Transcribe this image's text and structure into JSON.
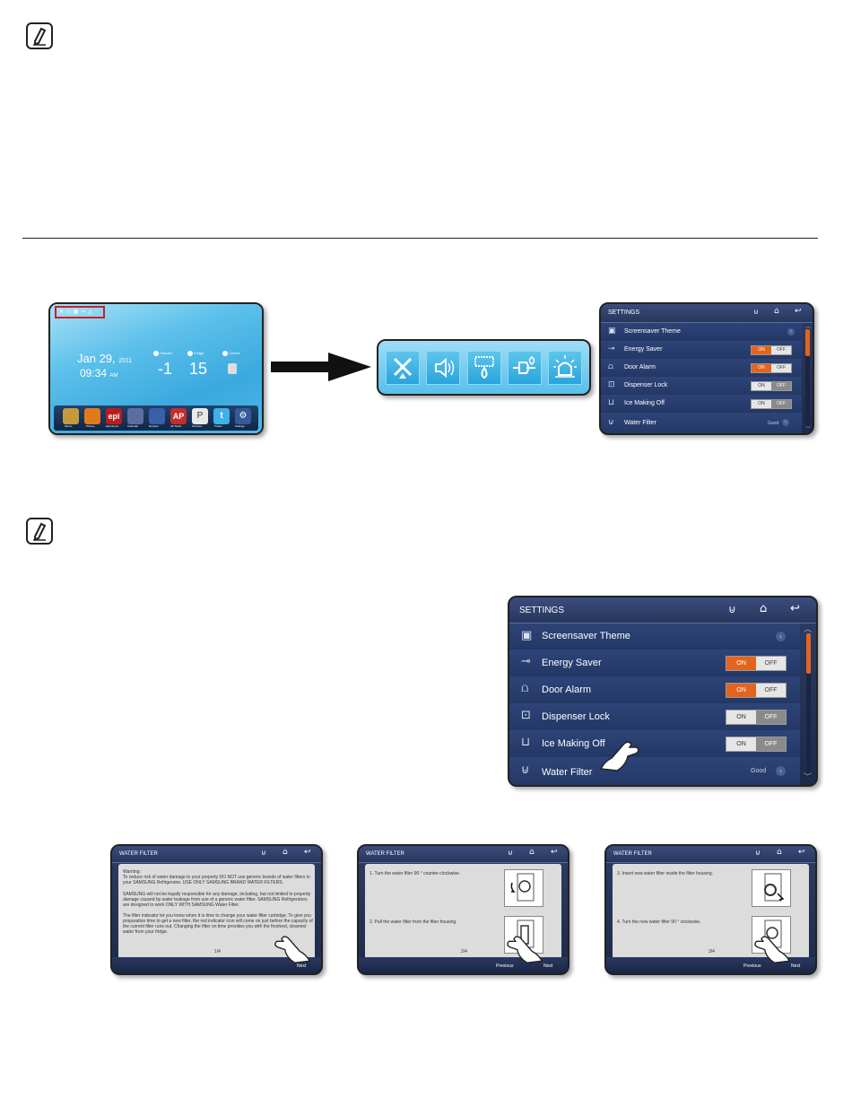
{
  "home": {
    "date": "Jan 29,",
    "year": "2011",
    "time": "09:34",
    "ampm": "AM",
    "freezer_label": "Freezer",
    "freezer_value": "-1",
    "fridge_label": "Fridge",
    "fridge_value": "15",
    "cubed_label": "Cubed",
    "apps": [
      "Memo",
      "Photos",
      "Epicurious",
      "Calendar",
      "Recipes",
      "AP News",
      "Pandora",
      "Twitter",
      "Settings"
    ],
    "app_icons": [
      "memo-icon",
      "photos-icon",
      "epicurious-icon",
      "calendar-icon",
      "recipes-icon",
      "ap-news-icon",
      "pandora-icon",
      "twitter-icon",
      "settings-icon"
    ]
  },
  "status_icons": [
    "ice-off-icon",
    "speaker-icon",
    "water-filter-icon",
    "energy-saver-icon",
    "door-alarm-icon"
  ],
  "settings": {
    "title": "SETTINGS",
    "rows": [
      {
        "label": "Screensaver Theme",
        "icon": "screensaver-icon",
        "type": "chevron"
      },
      {
        "label": "Energy Saver",
        "icon": "energy-saver-icon",
        "type": "toggle",
        "state": "on"
      },
      {
        "label": "Door Alarm",
        "icon": "door-alarm-icon",
        "type": "toggle",
        "state": "on"
      },
      {
        "label": "Dispenser Lock",
        "icon": "lock-icon",
        "type": "toggle",
        "state": "off"
      },
      {
        "label": "Ice Making Off",
        "icon": "ice-icon",
        "type": "toggle",
        "state": "off"
      },
      {
        "label": "Water Filter",
        "icon": "water-filter-icon",
        "type": "status",
        "status": "Good"
      }
    ],
    "on_label": "ON",
    "off_label": "OFF"
  },
  "water_filter": {
    "title": "WATER FILTER",
    "next": "Next",
    "previous": "Previous",
    "screen1": {
      "page": "1/4",
      "warning_title": "Warning:",
      "p1": "To reduce risk of water damage to your property DO NOT use generic brands of water filters in your SAMSUNG Refrigerator. USE ONLY SAMSUNG BRAND WATER FILTERS.",
      "p2": "SAMSUNG will not be legally responsible for any damage, including, but not limited to property damage caused by water leakage from use of a generic water filter. SAMSUNG Refrigerators are designed to work ONLY WITH SAMSUNG Water Filter.",
      "p3": "The filter indicator let you know when it is time to change your water filter cartridge. To give you proparation time to get a new filter, the red indicator icon will come on just before the capacity of the current filter runs out. Changing the filter on time provides you with the freshest, cleanest water from your fridge."
    },
    "screen2": {
      "page": "2/4",
      "step1": "1. Turn the water filter 90 ° counter-clockwise.",
      "step2": "2. Pull the water filter from the filter housing."
    },
    "screen3": {
      "page": "3/4",
      "step3": "3. Insert new water filter inside the filter housing.",
      "step4": "4. Turn the new water filter 90 ° clockwise."
    }
  },
  "colors": {
    "accent": "#e3641f",
    "panel": "#223459",
    "sky": "#4bb8e8"
  }
}
